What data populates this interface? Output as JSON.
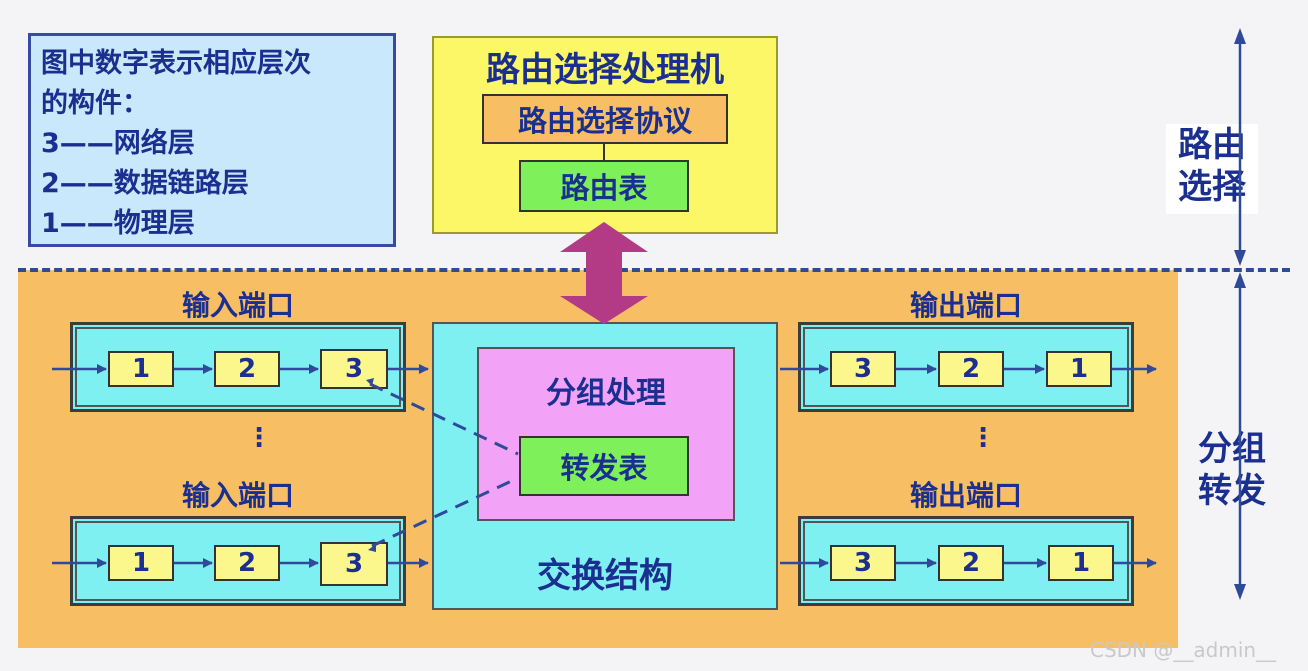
{
  "legend": {
    "line1": "图中数字表示相应层次",
    "line2": "的构件：",
    "line3": "3——网络层",
    "line4": "2——数据链路层",
    "line5": "1——物理层"
  },
  "routing_processor": {
    "title": "路由选择处理机",
    "protocol": "路由选择协议",
    "table": "路由表"
  },
  "side_labels": {
    "routing": [
      "路由",
      "选择"
    ],
    "forwarding": [
      "分组",
      "转发"
    ]
  },
  "input_ports": {
    "top_label": "输入端口",
    "bottom_label": "输入端口",
    "layers": [
      "1",
      "2",
      "3"
    ]
  },
  "output_ports": {
    "top_label": "输出端口",
    "bottom_label": "输出端口",
    "layers": [
      "3",
      "2",
      "1"
    ]
  },
  "switch_fabric": {
    "label": "交换结构",
    "packet_processing": "分组处理",
    "forwarding_table": "转发表"
  },
  "ellipsis": "⋮",
  "watermark": "CSDN @__admin__",
  "colors": {
    "port_fill": "#7ff0f2",
    "zone_fill": "#f7be64",
    "processor_fill": "#fbf766",
    "packet_processing_fill": "#f3a3f7",
    "table_fill": "#7ef05a",
    "text": "#1a2f8f",
    "double_arrow": "#b33b86"
  }
}
